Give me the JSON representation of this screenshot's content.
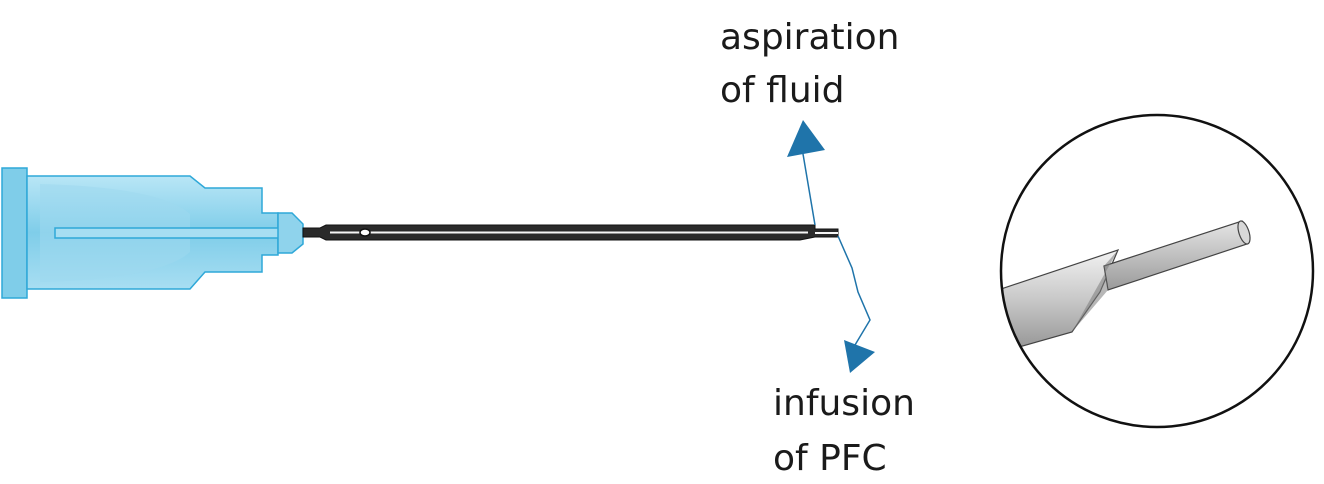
{
  "labels": {
    "aspiration_line1": "aspiration",
    "aspiration_line2": "of fluid",
    "infusion_line1": "infusion",
    "infusion_line2": "of PFC"
  },
  "colors": {
    "hub_fill": "#7fcde9",
    "hub_light": "#cfeef8",
    "hub_stroke": "#2fa8d8",
    "arrow": "#1f74aa",
    "needle": "#1a1a1a",
    "steel_light": "#e4e4e4",
    "steel_mid": "#bdbdbd",
    "steel_dark": "#8a8a8a"
  },
  "icons": {
    "needle": "cannula-needle-icon",
    "hub": "needle-hub-icon",
    "magnified_tip": "magnified-tip-icon"
  }
}
